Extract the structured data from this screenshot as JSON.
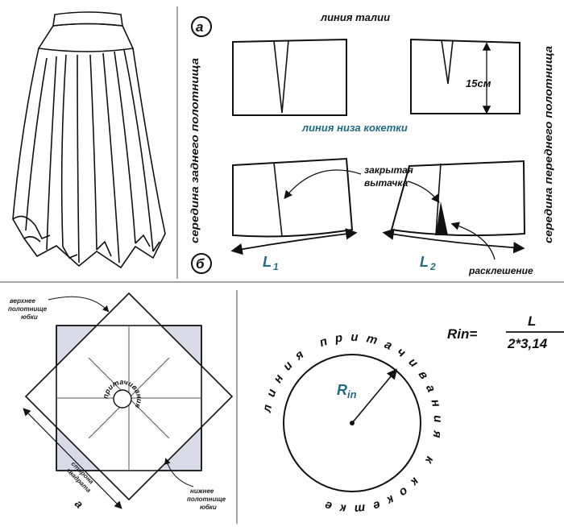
{
  "top_right": {
    "label_a": "а",
    "label_b": "б",
    "waist_line": "линия  талии",
    "yoke_bottom_line": "линия низа кокетки",
    "back_center": "середина заднего полотнища",
    "front_center": "середина переднего полотнища",
    "measure_15": "15см",
    "closed_dart": [
      "закрытая",
      "вытачка"
    ],
    "L1": "L",
    "L1_sub": "1",
    "L2": "L",
    "L2_sub": "2",
    "flare": "расклешение"
  },
  "bottom_left": {
    "upper_panel": [
      "верхнее",
      "полотнище",
      "юбки"
    ],
    "lower_panel": [
      "нижнее",
      "полотнище",
      "юбки"
    ],
    "square_side": [
      "сторона",
      "квадрата"
    ],
    "side_letter": "а",
    "center_text": "притачивания"
  },
  "bottom_right": {
    "formula_lhs": "Rin=",
    "formula_num": "L",
    "formula_den": "2*3,14",
    "circle_text": "линия притачивания к кокетке",
    "radius_label": "R",
    "radius_sub": "in"
  }
}
